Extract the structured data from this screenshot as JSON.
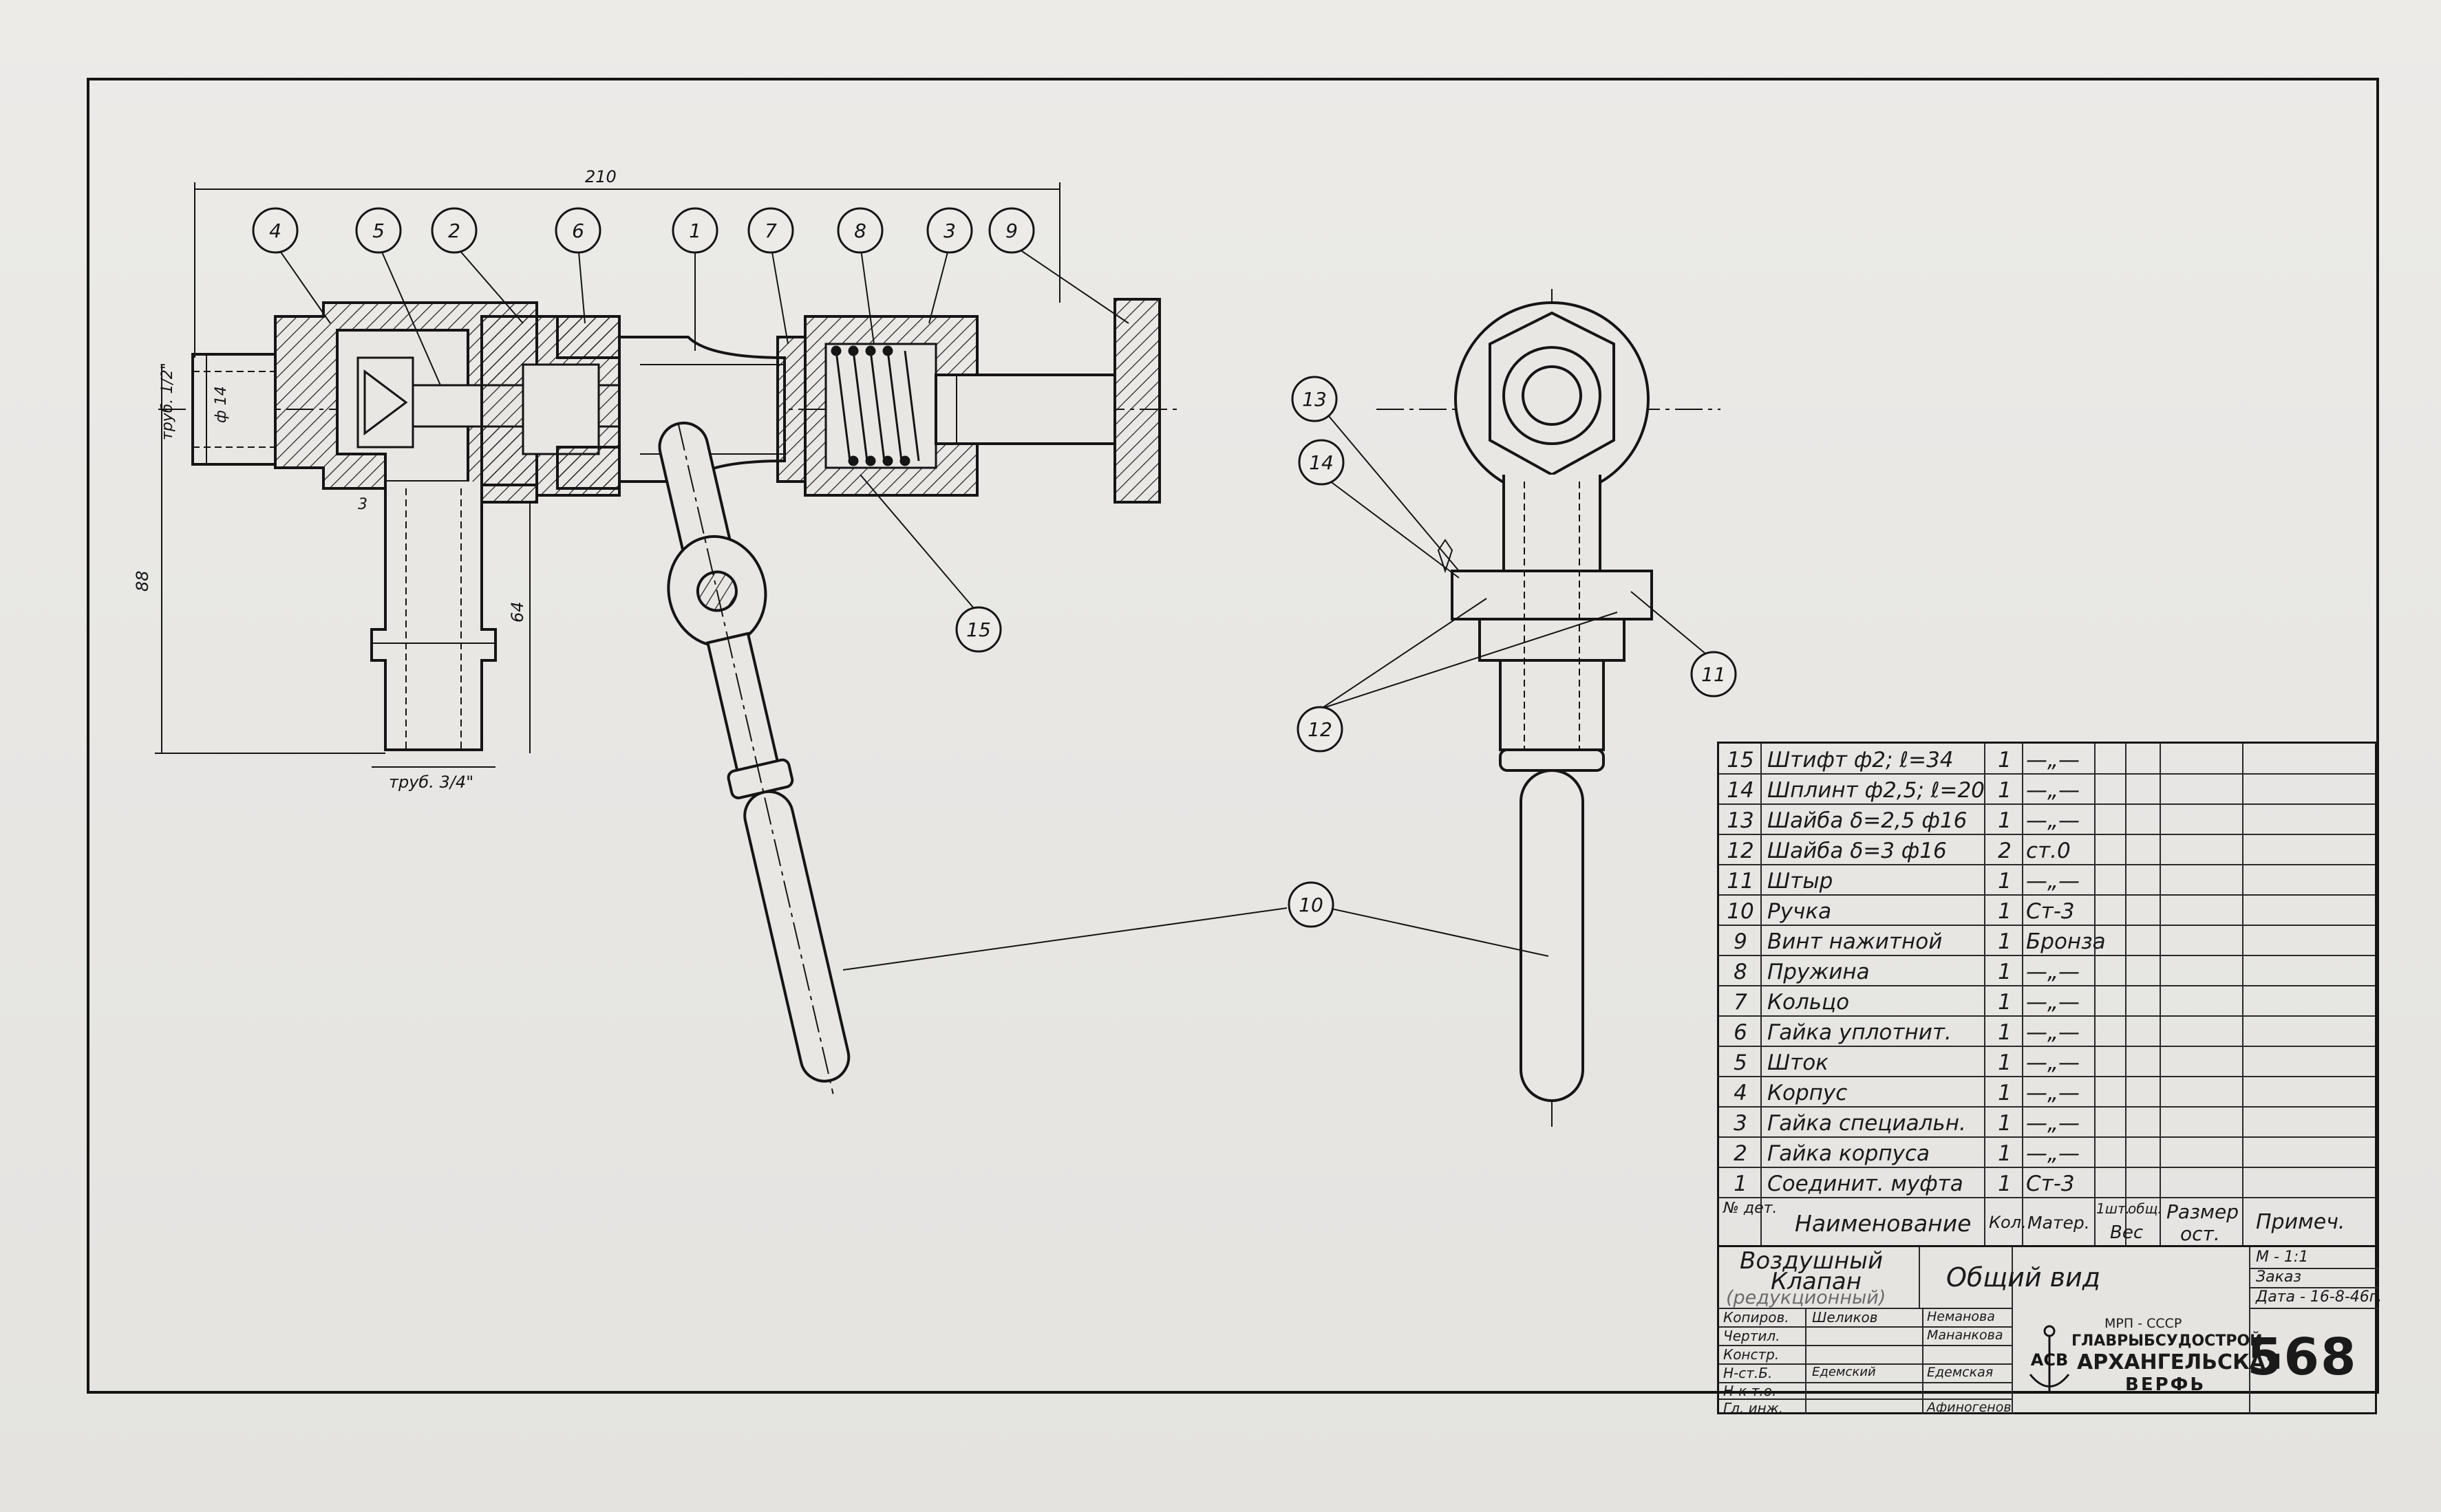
{
  "drawing": {
    "sheet_number": "568",
    "dimensions": {
      "overall_length": "210",
      "height": "88",
      "pipe_height": "64",
      "inlet_thread": "труб. 1/2\"",
      "inlet_diameter": "ф 14",
      "outlet_thread": "труб. 3/4\"",
      "small_mark": "3"
    },
    "balloons": [
      "4",
      "5",
      "2",
      "6",
      "1",
      "7",
      "8",
      "3",
      "9",
      "15",
      "13",
      "14",
      "11",
      "12",
      "10"
    ]
  },
  "parts_list": {
    "rows": [
      {
        "no": "15",
        "name": "Штифт ф2; ℓ=34",
        "qty": "1",
        "mat": "—„—"
      },
      {
        "no": "14",
        "name": "Шплинт ф2,5; ℓ=20",
        "qty": "1",
        "mat": "—„—"
      },
      {
        "no": "13",
        "name": "Шайба δ=2,5  ф16",
        "qty": "1",
        "mat": "—„—"
      },
      {
        "no": "12",
        "name": "Шайба δ=3  ф16",
        "qty": "2",
        "mat": "ст.0"
      },
      {
        "no": "11",
        "name": "Штыр",
        "qty": "1",
        "mat": "—„—"
      },
      {
        "no": "10",
        "name": "Ручка",
        "qty": "1",
        "mat": "Ст-3"
      },
      {
        "no": "9",
        "name": "Винт нажитной",
        "qty": "1",
        "mat": "Бронза"
      },
      {
        "no": "8",
        "name": "Пружина",
        "qty": "1",
        "mat": "—„—"
      },
      {
        "no": "7",
        "name": "Кольцо",
        "qty": "1",
        "mat": "—„—"
      },
      {
        "no": "6",
        "name": "Гайка уплотнит.",
        "qty": "1",
        "mat": "—„—"
      },
      {
        "no": "5",
        "name": "Шток",
        "qty": "1",
        "mat": "—„—"
      },
      {
        "no": "4",
        "name": "Корпус",
        "qty": "1",
        "mat": "—„—"
      },
      {
        "no": "3",
        "name": "Гайка специальн.",
        "qty": "1",
        "mat": "—„—"
      },
      {
        "no": "2",
        "name": "Гайка корпуса",
        "qty": "1",
        "mat": "—„—"
      },
      {
        "no": "1",
        "name": "Соединит. муфта",
        "qty": "1",
        "mat": "Ст-3"
      }
    ],
    "header": {
      "no": "№ дет.",
      "name": "Наименование",
      "qty": "Кол.",
      "mat": "Матер.",
      "weight_1": "1шт.",
      "weight_total": "общ.",
      "weight": "Вес",
      "size": "Размер",
      "size2": "ост.",
      "note": "Примеч."
    }
  },
  "title_block": {
    "object_name_1": "Воздушный",
    "object_name_2": "Клапан",
    "object_name_3": "(редукционный)",
    "view_name": "Общий вид",
    "scale": "М - 1:1",
    "order": "Заказ",
    "date": "Дата - 16-8-46г.",
    "roles": [
      "Копиров.",
      "Чертил.",
      "Констр.",
      "Н-ст.Б.",
      "Н-к т.о.",
      "Гл. инж."
    ],
    "signatures": [
      "Шеликов",
      "",
      "",
      "Едемский",
      "",
      ""
    ],
    "surnames": [
      "Неманова",
      "Мананкова",
      "",
      "Едемская",
      "",
      "Афиногенов"
    ],
    "org_1": "МРП - СССР",
    "org_2": "ГЛАВРЫБСУДОСТРОЙ",
    "org_3": "АРХАНГЕЛЬСКАЯ",
    "org_4": "ВЕРФЬ",
    "logo": "АСВ"
  }
}
